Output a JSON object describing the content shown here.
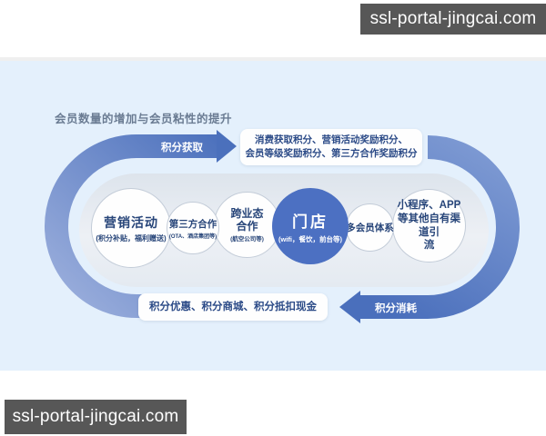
{
  "watermarks": {
    "top": "ssl-portal-jingcai.com",
    "bottom": "ssl-portal-jingcai.com"
  },
  "colors": {
    "panel_bg": "#e4f0fc",
    "arrow_blue_dark": "#4b70bc",
    "arrow_blue_light": "#9db0dd",
    "store_circle_bg": "#4c70c2",
    "text_navy": "#274579",
    "watermark_bg": "#575757"
  },
  "diagram": {
    "title": "会员数量的增加与会员粘性的提升",
    "earn_arrow_label": "积分获取",
    "spend_arrow_label": "积分消耗",
    "earn_box": {
      "line1": "消费获取积分、营销活动奖励积分、",
      "line2": "会员等级奖励积分、第三方合作奖励积分"
    },
    "spend_box_text": "积分优惠、积分商城、积分抵扣现金",
    "circles": [
      {
        "title": "营销活动",
        "subtitle": "(积分补贴，福利赠送)"
      },
      {
        "title": "第三方合作",
        "subtitle": "(OTA、酒店集团等)"
      },
      {
        "title": "跨业态\n合作",
        "subtitle": "(航空公司等)"
      },
      {
        "title": "门店",
        "subtitle": "(wifi，餐饮，前台等)"
      },
      {
        "title": "多会员体系"
      },
      {
        "title": "小程序、APP\n等其他自有渠道引\n流"
      }
    ]
  }
}
